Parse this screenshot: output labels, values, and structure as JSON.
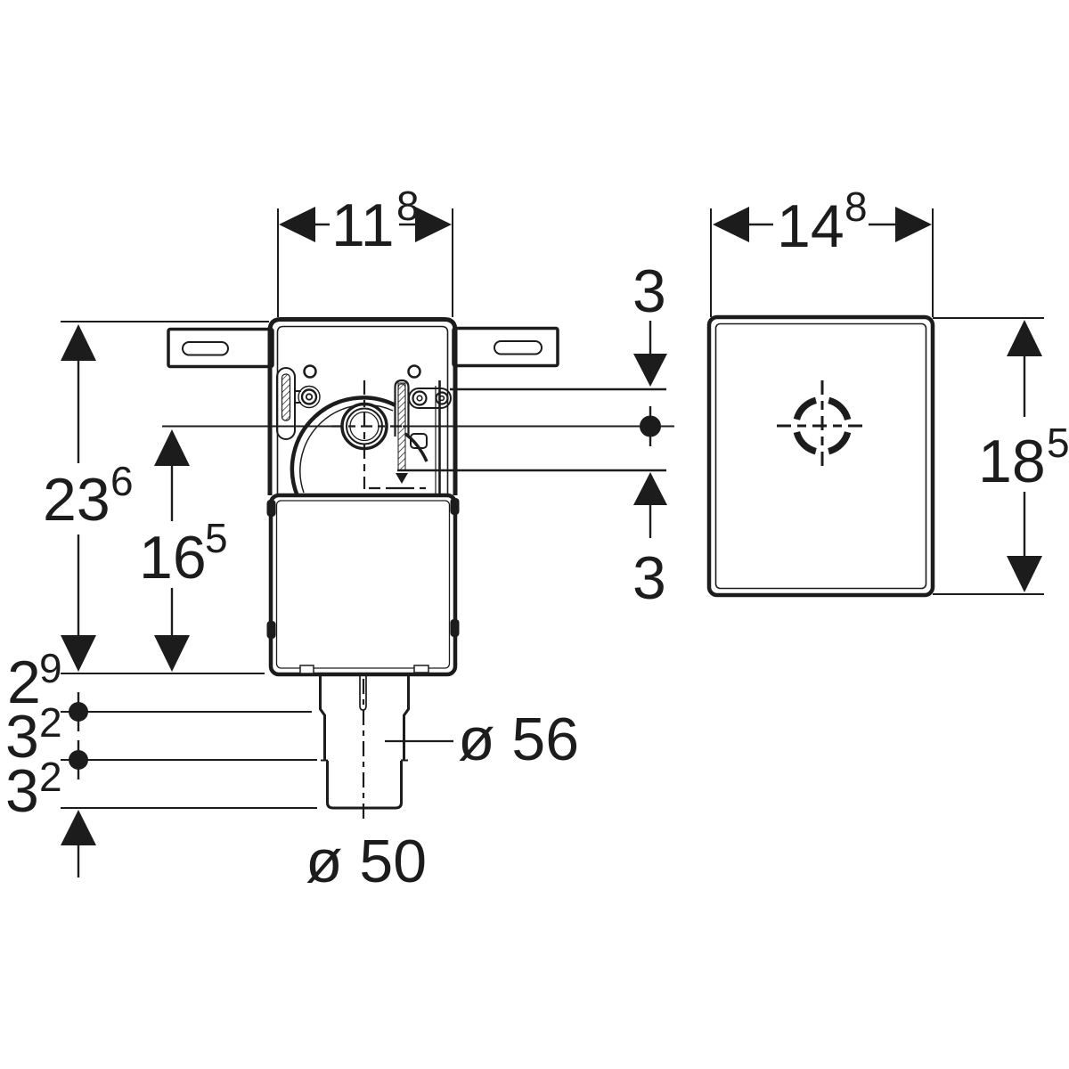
{
  "dims": {
    "frame_width": {
      "value": "11",
      "sup": "8"
    },
    "plate_width": {
      "value": "14",
      "sup": "8"
    },
    "height_top": {
      "value": "23",
      "sup": "6"
    },
    "height_axis": {
      "value": "16",
      "sup": "5"
    },
    "axis_above": {
      "value": "3"
    },
    "axis_below": {
      "value": "3"
    },
    "plate_height": {
      "value": "18",
      "sup": "5"
    },
    "outlet_step_1": {
      "value": "2",
      "sup": "9"
    },
    "outlet_step_2": {
      "value": "3",
      "sup": "2"
    },
    "outlet_step_3": {
      "value": "3",
      "sup": "2"
    },
    "outlet_dia_outer": {
      "value": "ø 56"
    },
    "outlet_dia_inner": {
      "value": "ø 50"
    }
  },
  "colors": {
    "ink": "#1c1c1c",
    "background": "#ffffff"
  }
}
